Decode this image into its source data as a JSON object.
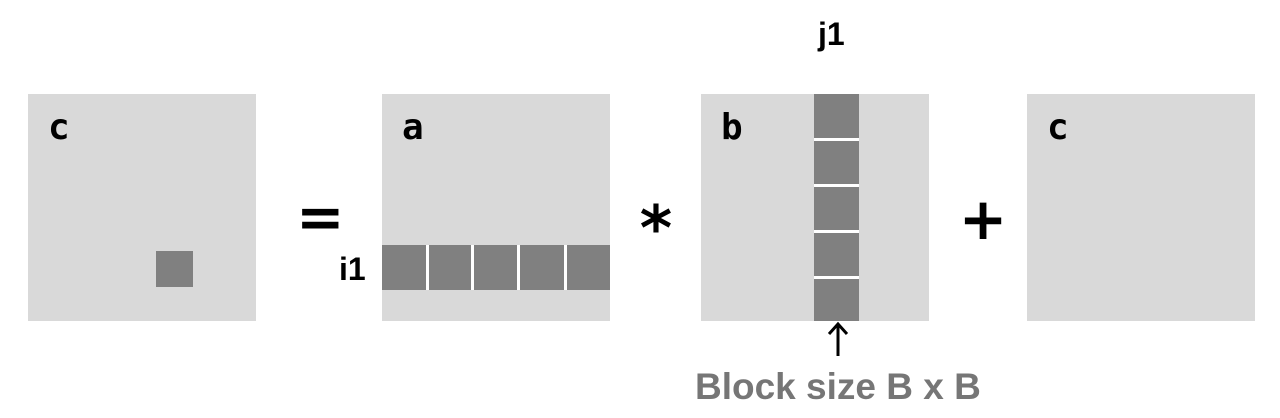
{
  "matrices": {
    "c_result": {
      "label": "c"
    },
    "a": {
      "label": "a"
    },
    "b": {
      "label": "b"
    },
    "c_add": {
      "label": "c"
    }
  },
  "operators": {
    "equals": "=",
    "multiply": "*",
    "plus": "+"
  },
  "indices": {
    "row": "i1",
    "column": "j1"
  },
  "caption": "Block size B x B",
  "colors": {
    "matrix_bg": "#d9d9d9",
    "block": "#808080",
    "caption": "#767676"
  }
}
